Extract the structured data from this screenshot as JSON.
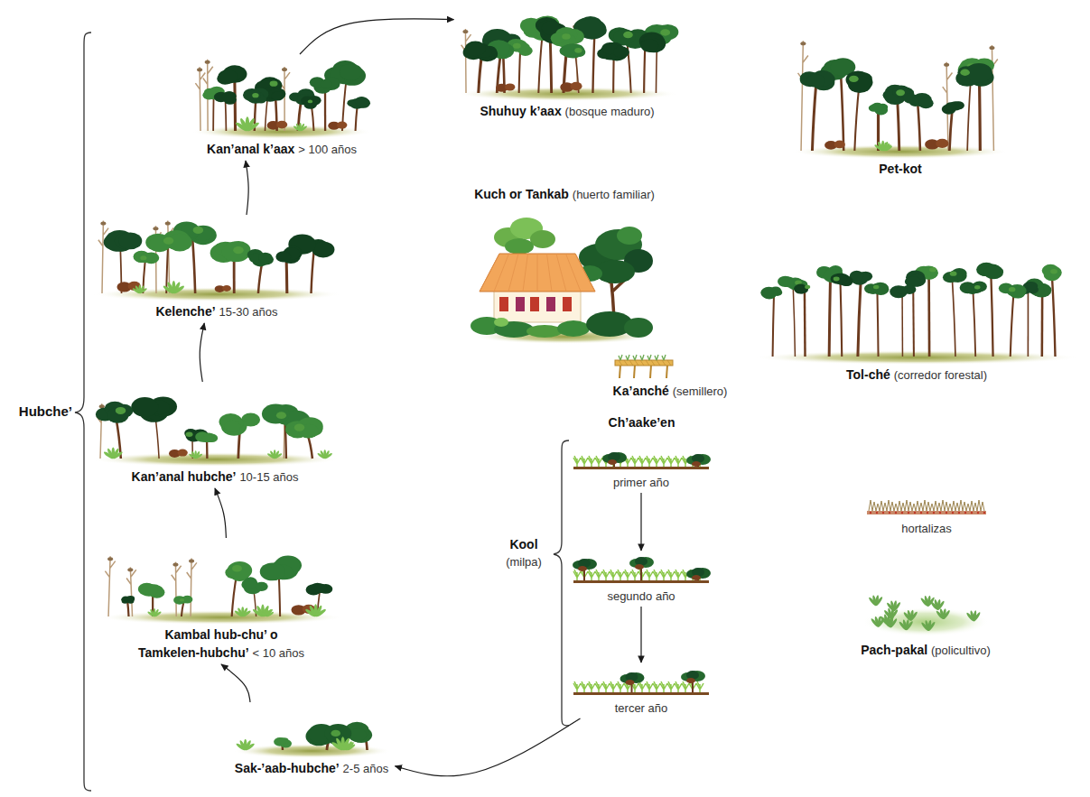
{
  "diagram": {
    "nodes": [
      {
        "text": [
          "Kan’anal k’aax",
          "> 100 años"
        ]
      },
      {
        "text": [
          "Shuhuy k’aax",
          "(bosque maduro)"
        ]
      },
      {
        "text": [
          "Pet-kot"
        ]
      },
      {
        "text": [
          "Kuch or Tankab",
          "(huerto familiar)"
        ]
      },
      {
        "text": [
          "Kelenche’",
          "15-30 años"
        ]
      },
      {
        "text": [
          "Ka’anché",
          "(semillero)"
        ]
      },
      {
        "text": [
          "Tol-ché",
          "(corredor forestal)"
        ]
      },
      {
        "text": [
          "Kan’anal hubche’",
          "10-15 años"
        ]
      },
      {
        "text": [
          "Ch’aake’en"
        ]
      },
      {
        "text": [
          "primer año"
        ],
        "in": 8
      },
      {
        "text": [
          "hortalizas"
        ]
      },
      {
        "text": [
          "Kambal hub-chu’ o Tamkelen-hubchu’",
          "< 10 años"
        ]
      },
      {
        "text": [
          "segundo año"
        ],
        "in": 8
      },
      {
        "text": [
          "Pach-pakal",
          "(policultivo)"
        ]
      },
      {
        "text": [
          "tercer año"
        ],
        "in": 8
      },
      {
        "text": [
          "Sak-’aab-hubche’",
          "2-5 años"
        ]
      }
    ],
    "edges": [
      {
        "from": 15,
        "to": 11,
        "arrow": "to"
      },
      {
        "from": 11,
        "to": 7,
        "arrow": "to"
      },
      {
        "from": 7,
        "to": 4,
        "arrow": "to"
      },
      {
        "from": 4,
        "to": 0,
        "arrow": "to"
      },
      {
        "from": 0,
        "to": 1,
        "arrow": "to"
      },
      {
        "from": 9,
        "to": 12,
        "arrow": "to"
      },
      {
        "from": 12,
        "to": 14,
        "arrow": "to"
      },
      {
        "from": 14,
        "to": 15,
        "arrow": "to"
      }
    ],
    "labels": [
      "Hubche’",
      "Kool",
      "(milpa)"
    ]
  }
}
